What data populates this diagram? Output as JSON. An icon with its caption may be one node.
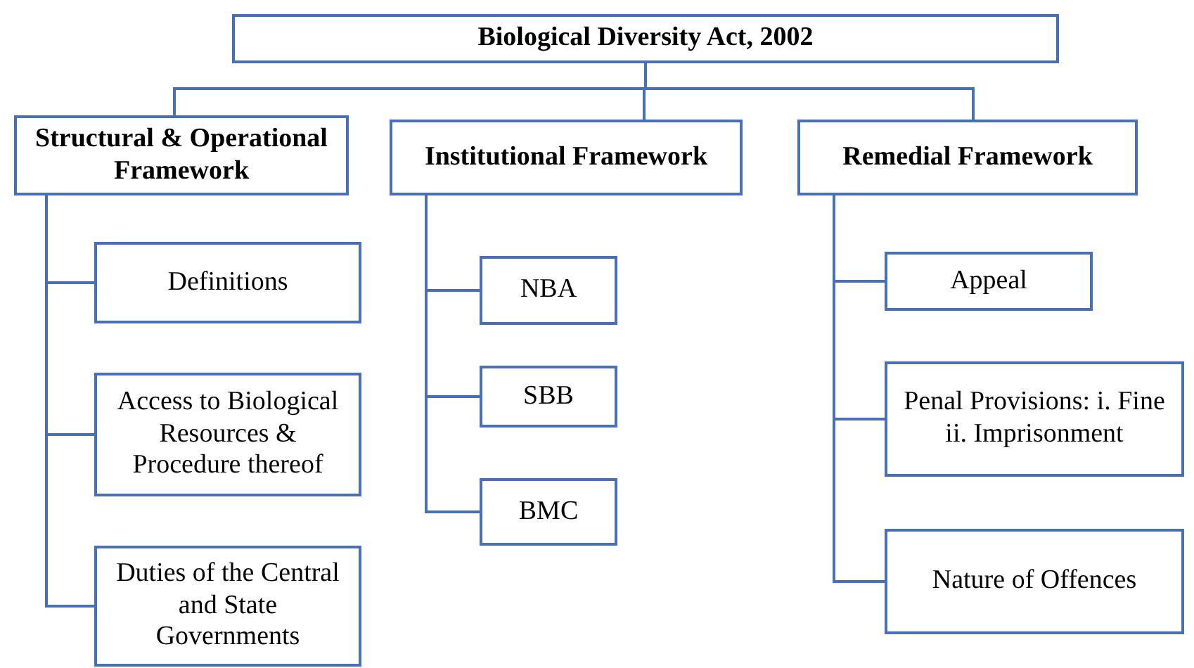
{
  "diagram": {
    "nodes": [
      {
        "text": [
          "Biological Diversity Act, 2002"
        ]
      },
      {
        "text": [
          "Structural & Operational Framework"
        ]
      },
      {
        "text": [
          "Institutional Framework"
        ]
      },
      {
        "text": [
          "Remedial Framework"
        ]
      },
      {
        "text": [
          "Definitions"
        ]
      },
      {
        "text": [
          "Access to Biological Resources & Procedure thereof"
        ]
      },
      {
        "text": [
          "Duties of the Central and State Governments"
        ]
      },
      {
        "text": [
          "NBA"
        ]
      },
      {
        "text": [
          "SBB"
        ]
      },
      {
        "text": [
          "BMC"
        ]
      },
      {
        "text": [
          "Appeal"
        ]
      },
      {
        "text": [
          "Penal Provisions: i. Fine ii. Imprisonment"
        ]
      },
      {
        "text": [
          "Nature of Offences"
        ]
      }
    ],
    "edges": [
      {
        "from": 0,
        "to": 1,
        "arrow": "none"
      },
      {
        "from": 0,
        "to": 2,
        "arrow": "none"
      },
      {
        "from": 0,
        "to": 3,
        "arrow": "none"
      },
      {
        "from": 1,
        "to": 4,
        "arrow": "none"
      },
      {
        "from": 1,
        "to": 5,
        "arrow": "none"
      },
      {
        "from": 1,
        "to": 6,
        "arrow": "none"
      },
      {
        "from": 2,
        "to": 7,
        "arrow": "none"
      },
      {
        "from": 2,
        "to": 8,
        "arrow": "none"
      },
      {
        "from": 2,
        "to": 9,
        "arrow": "none"
      },
      {
        "from": 3,
        "to": 10,
        "arrow": "none"
      },
      {
        "from": 3,
        "to": 11,
        "arrow": "none"
      },
      {
        "from": 3,
        "to": 12,
        "arrow": "none"
      }
    ]
  }
}
